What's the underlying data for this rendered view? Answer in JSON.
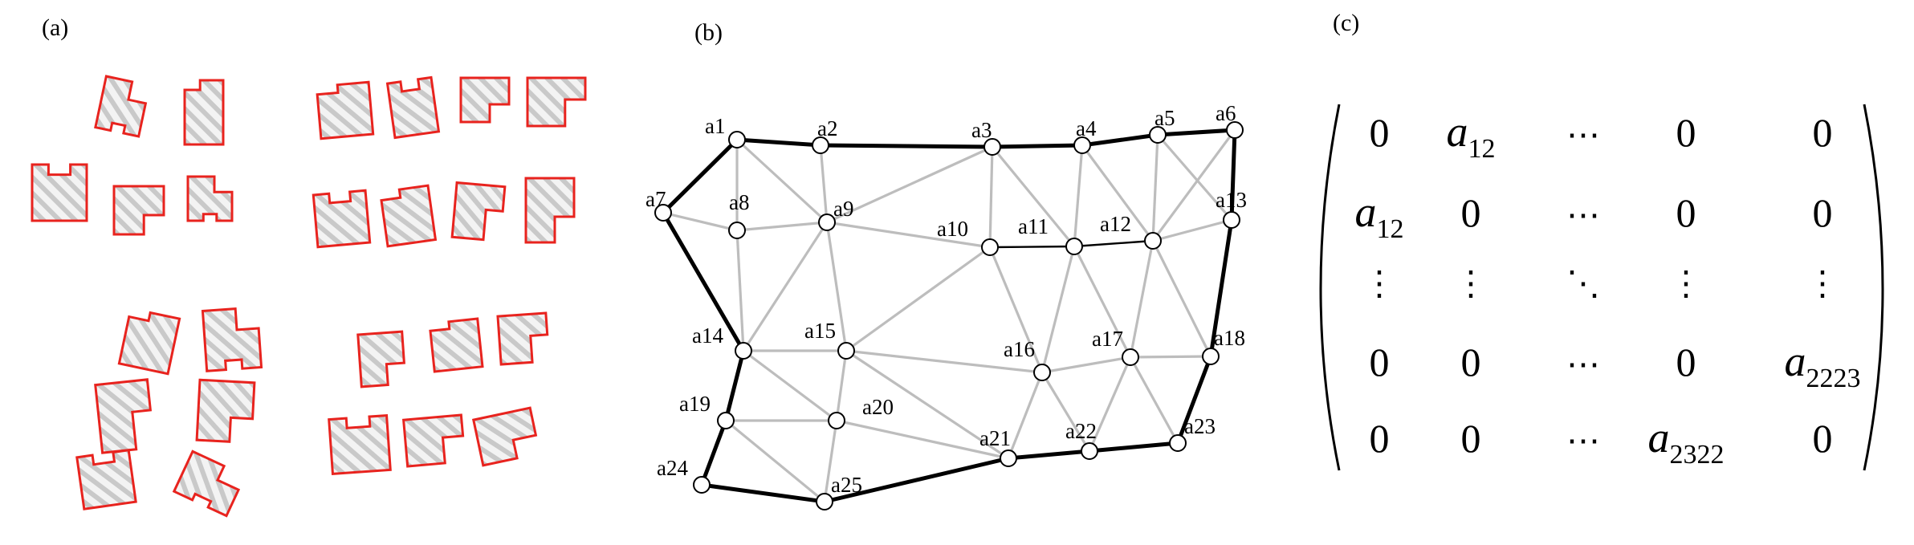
{
  "colors": {
    "outline": "#e8231e",
    "hatch": "#c8c8c8",
    "hatch_bg": "#f2f2f2",
    "edge_gray": "#bdbdbd",
    "edge_black": "#000000"
  },
  "panels": {
    "a": {
      "label": "(a)"
    },
    "b": {
      "label": "(b)"
    },
    "c": {
      "label": "(c)"
    }
  },
  "graph": {
    "nodes": [
      {
        "id": "a1",
        "label": "a1"
      },
      {
        "id": "a2",
        "label": "a2"
      },
      {
        "id": "a3",
        "label": "a3"
      },
      {
        "id": "a4",
        "label": "a4"
      },
      {
        "id": "a5",
        "label": "a5"
      },
      {
        "id": "a6",
        "label": "a6"
      },
      {
        "id": "a7",
        "label": "a7"
      },
      {
        "id": "a8",
        "label": "a8"
      },
      {
        "id": "a9",
        "label": "a9"
      },
      {
        "id": "a10",
        "label": "a10"
      },
      {
        "id": "a11",
        "label": "a11"
      },
      {
        "id": "a12",
        "label": "a12"
      },
      {
        "id": "a13",
        "label": "a13"
      },
      {
        "id": "a14",
        "label": "a14"
      },
      {
        "id": "a15",
        "label": "a15"
      },
      {
        "id": "a16",
        "label": "a16"
      },
      {
        "id": "a17",
        "label": "a17"
      },
      {
        "id": "a18",
        "label": "a18"
      },
      {
        "id": "a19",
        "label": "a19"
      },
      {
        "id": "a20",
        "label": "a20"
      },
      {
        "id": "a21",
        "label": "a21"
      },
      {
        "id": "a22",
        "label": "a22"
      },
      {
        "id": "a23",
        "label": "a23"
      },
      {
        "id": "a24",
        "label": "a24"
      },
      {
        "id": "a25",
        "label": "a25"
      }
    ]
  },
  "matrix": {
    "rows": [
      [
        {
          "t": "0"
        },
        {
          "v": "a",
          "s": "12"
        },
        {
          "d": "⋯"
        },
        {
          "t": "0"
        },
        {
          "t": "0"
        }
      ],
      [
        {
          "v": "a",
          "s": "12"
        },
        {
          "t": "0"
        },
        {
          "d": "⋯"
        },
        {
          "t": "0"
        },
        {
          "t": "0"
        }
      ],
      [
        {
          "d": "⋮"
        },
        {
          "d": "⋮"
        },
        {
          "d": "⋱"
        },
        {
          "d": "⋮"
        },
        {
          "d": "⋮"
        }
      ],
      [
        {
          "t": "0"
        },
        {
          "t": "0"
        },
        {
          "d": "⋯"
        },
        {
          "t": "0"
        },
        {
          "v": "a",
          "s": "2223"
        }
      ],
      [
        {
          "t": "0"
        },
        {
          "t": "0"
        },
        {
          "d": "⋯"
        },
        {
          "v": "a",
          "s": "2322"
        },
        {
          "t": "0"
        }
      ]
    ]
  }
}
